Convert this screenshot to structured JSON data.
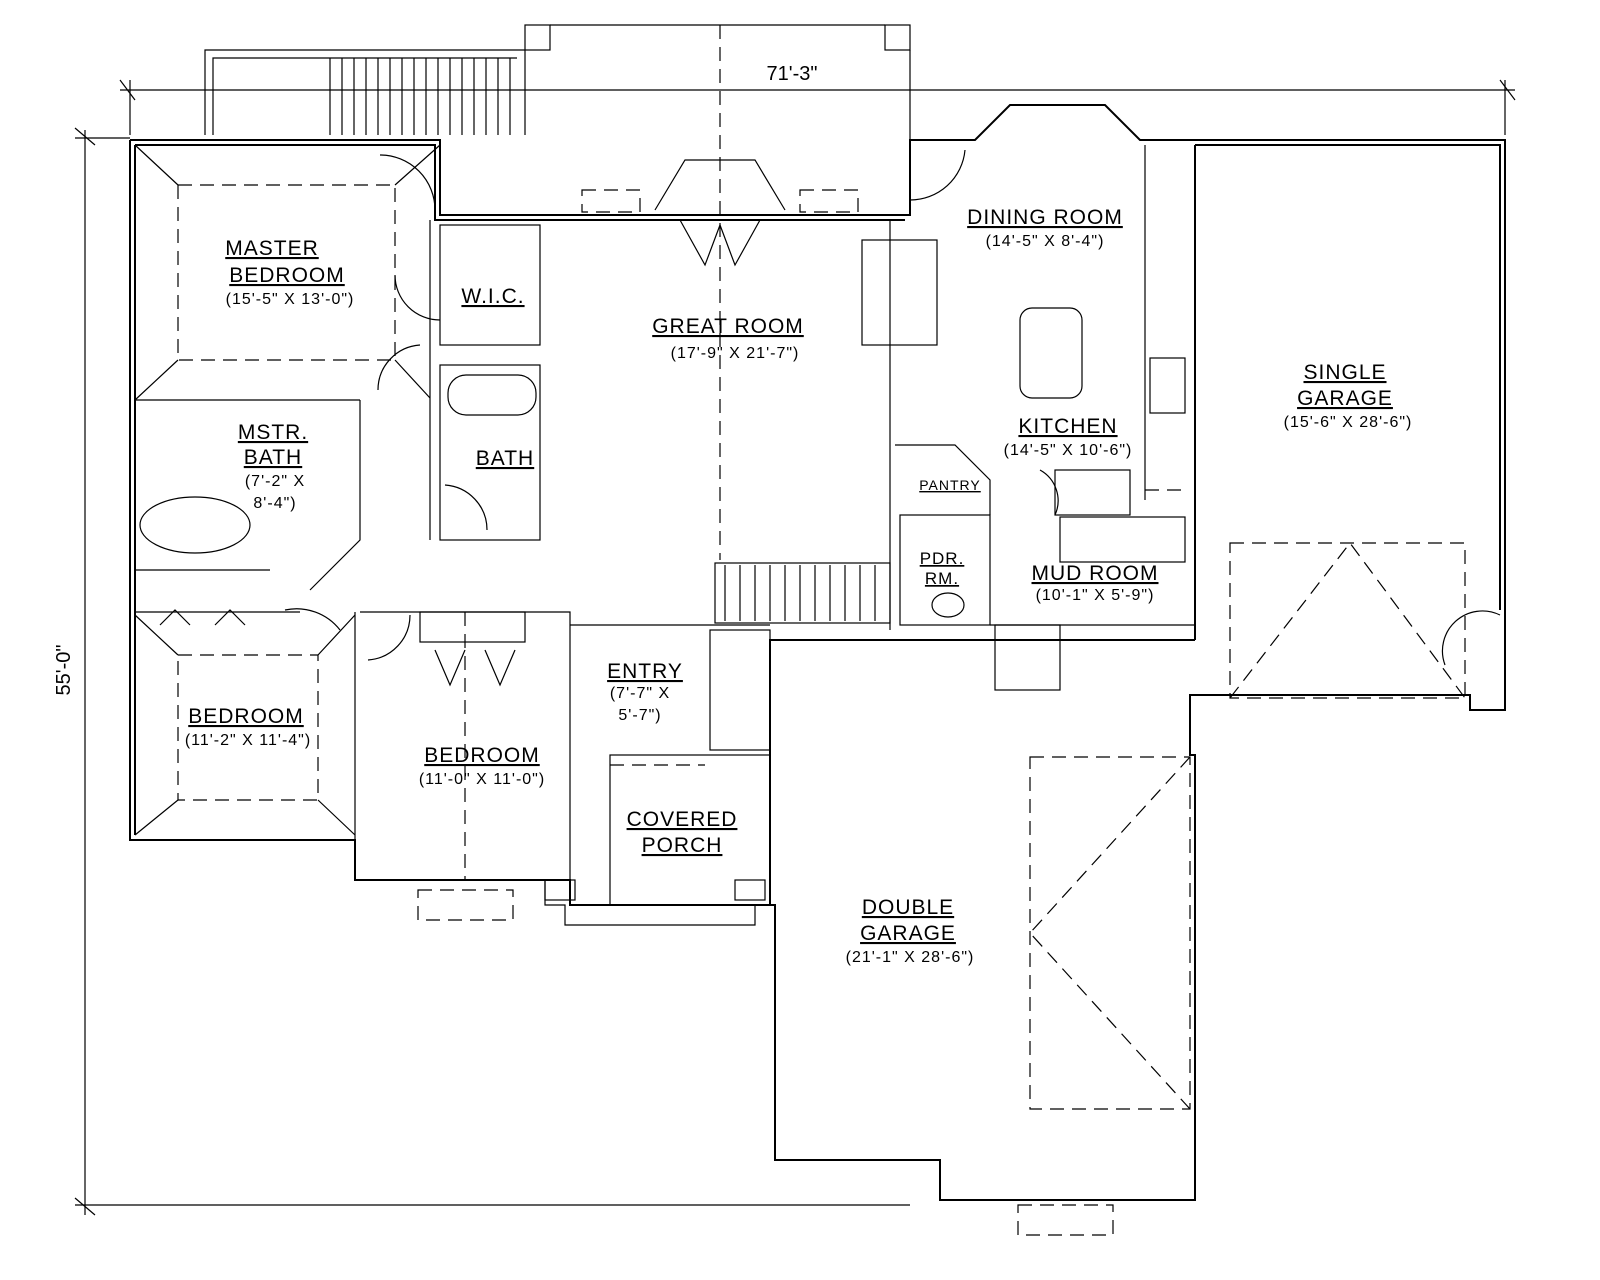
{
  "overall": {
    "width": "71'-3\"",
    "depth": "55'-0\""
  },
  "rooms": [
    {
      "name": "MASTER",
      "name2": "BEDROOM",
      "size": "(15'-5\" X 13'-0\")"
    },
    {
      "name": "W.I.C."
    },
    {
      "name": "GREAT ROOM",
      "size": "(17'-9\" X 21'-7\")"
    },
    {
      "name": "DINING ROOM",
      "size": "(14'-5\" X 8'-4\")"
    },
    {
      "name": "MSTR.",
      "name2": "BATH",
      "size": "(7'-2\" X",
      "size2": "8'-4\")"
    },
    {
      "name": "BATH"
    },
    {
      "name": "KITCHEN",
      "size": "(14'-5\" X 10'-6\")"
    },
    {
      "name": "PANTRY"
    },
    {
      "name": "SINGLE",
      "name2": "GARAGE",
      "size": "(15'-6\" X 28'-6\")"
    },
    {
      "name": "PDR.",
      "name2": "RM."
    },
    {
      "name": "MUD ROOM",
      "size": "(10'-1\" X 5'-9\")"
    },
    {
      "name": "ENTRY",
      "size": "(7'-7\" X",
      "size2": "5'-7\")"
    },
    {
      "name": "BEDROOM",
      "size": "(11'-2\" X 11'-4\")"
    },
    {
      "name": "BEDROOM",
      "size": "(11'-0\" X 11'-0\")"
    },
    {
      "name": "COVERED",
      "name2": "PORCH"
    },
    {
      "name": "DOUBLE",
      "name2": "GARAGE",
      "size": "(21'-1\" X 28'-6\")"
    }
  ]
}
